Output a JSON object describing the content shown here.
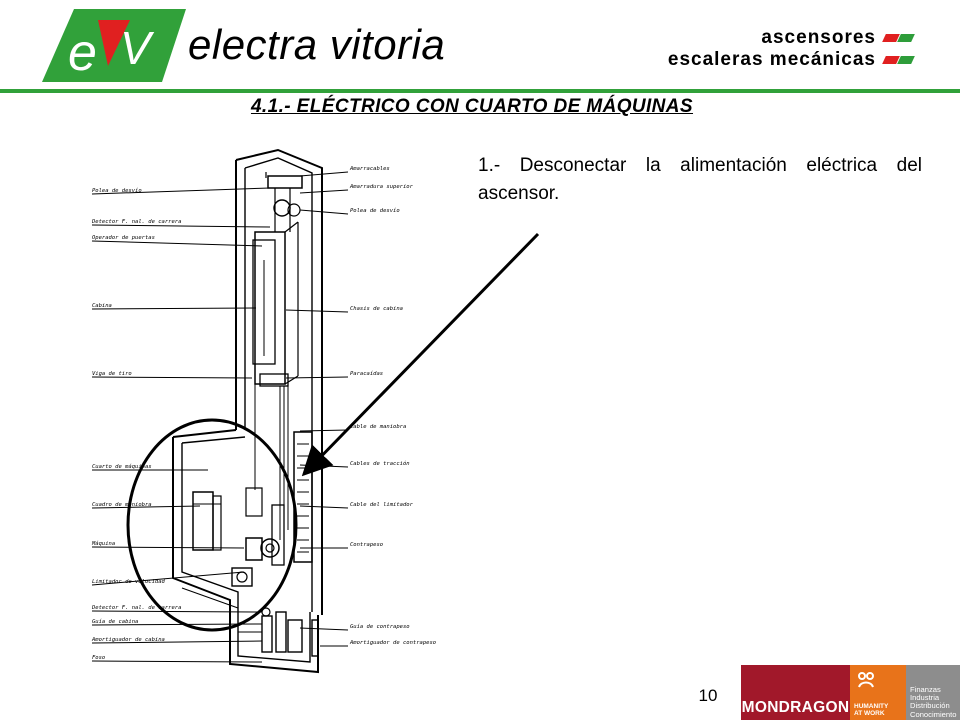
{
  "header": {
    "logo_initials": "eV",
    "logo_name": "electra vitoria",
    "tagline_lines": [
      "ascensores",
      "escaleras mecánicas"
    ],
    "colors": {
      "brand_green": "#31a13a",
      "brand_red": "#e02020"
    }
  },
  "heading": "4.1.- ELÉCTRICO CON CUARTO DE MÁQUINAS",
  "body_text": "1.- Desconectar la alimentación eléctrica del ascensor.",
  "diagram": {
    "left_labels": [
      "Polea de desvío",
      "Detector F. nal. de carrera",
      "Operador de puertas",
      "Cabina",
      "Viga de tiro",
      "Cuarto de máquinas",
      "Cuadro de maniobra",
      "Máquina",
      "Limitador de velocidad",
      "Detector F. nal. de carrera",
      "Guía de cabina",
      "Amortiguador de cabina",
      "Foso"
    ],
    "right_labels": [
      "Amarracables",
      "Amarradura superior",
      "Polea de desvío",
      "Chasis de cabina",
      "Paracaídas",
      "Cable de maniobra",
      "Cables de tracción",
      "Cable del limitador",
      "Contrapeso",
      "Guía de contrapeso",
      "Amortiguador de contrapeso"
    ]
  },
  "footer": {
    "page_number": "10",
    "mondragon": "MONDRAGON",
    "humanity_text": "HUMANITY\nAT WORK",
    "sectors_text": "Finanzas\nIndustria\nDistribución\nConocimiento",
    "colors": {
      "red": "#a1182a",
      "orange": "#e8731a",
      "grey": "#8d8d8d"
    }
  }
}
